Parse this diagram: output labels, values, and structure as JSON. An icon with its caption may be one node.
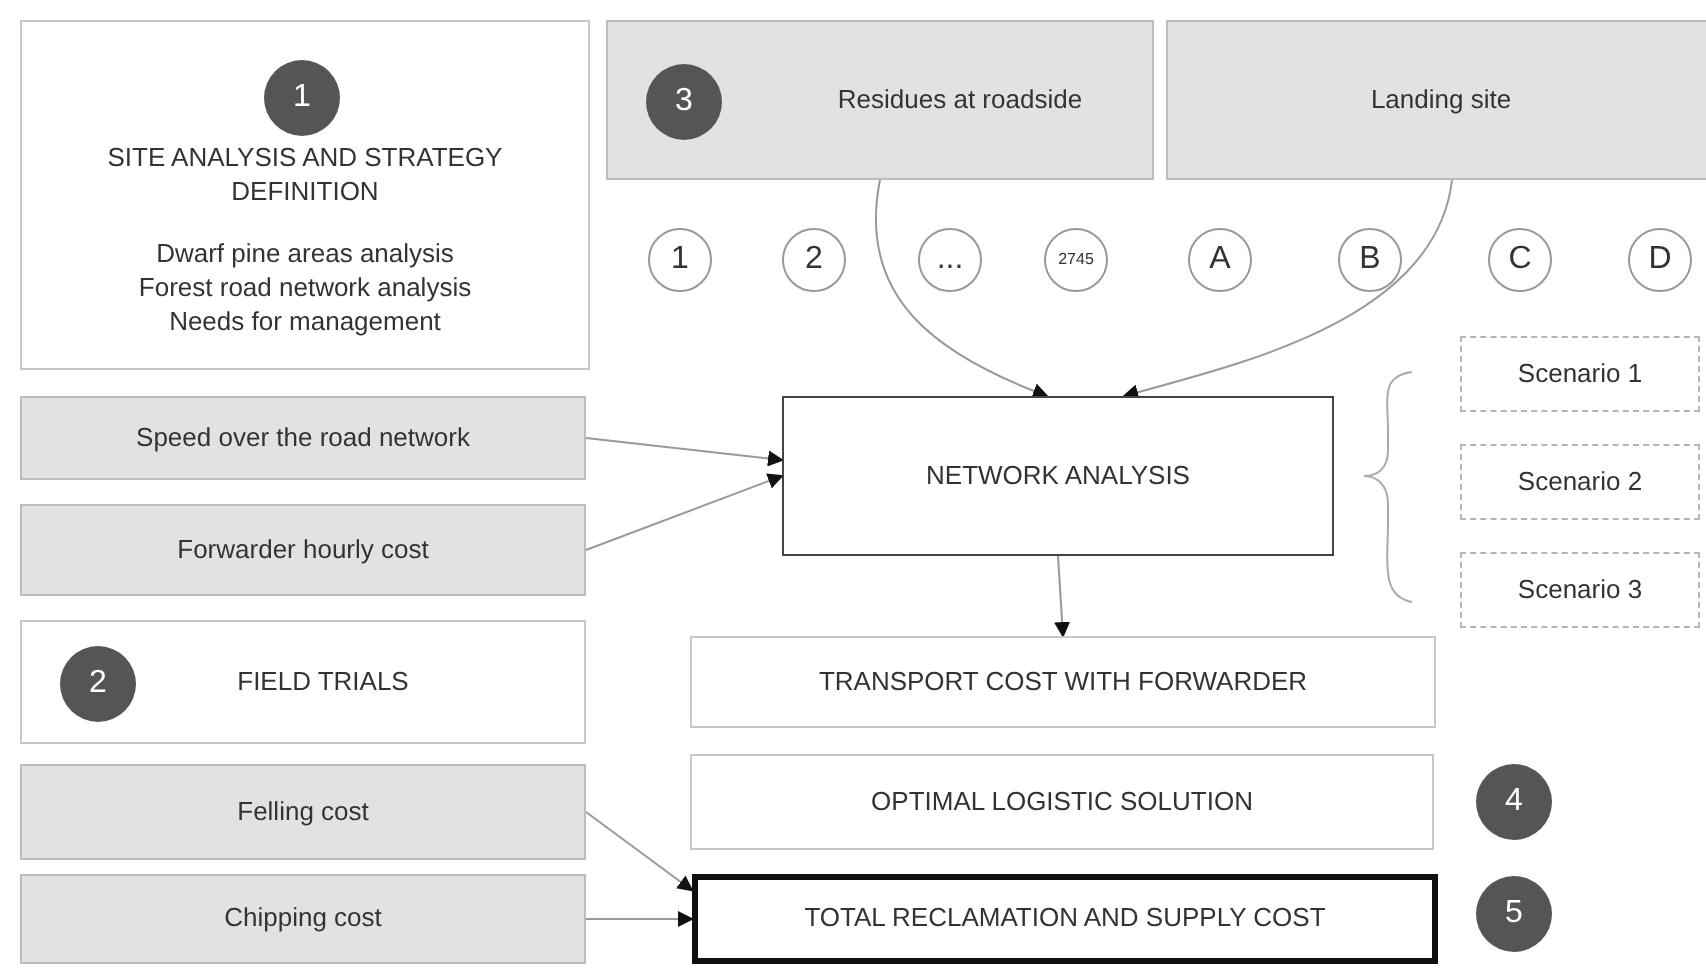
{
  "diagram": {
    "nodes": [
      {
        "text": [
          "SITE ANALYSIS AND STRATEGY DEFINITION",
          "Dwarf pine areas analysis Forest road network analysis Needs for management"
        ]
      },
      {
        "text": [
          "1"
        ],
        "in": 0
      },
      {
        "text": [
          "Residues at roadside"
        ]
      },
      {
        "text": [
          "3"
        ],
        "in": 2
      },
      {
        "text": [
          "Landing site"
        ]
      },
      {
        "text": [
          "1"
        ]
      },
      {
        "text": [
          "2"
        ]
      },
      {
        "text": [
          "..."
        ]
      },
      {
        "text": [
          "2745"
        ]
      },
      {
        "text": [
          "A"
        ]
      },
      {
        "text": [
          "B"
        ]
      },
      {
        "text": [
          "C"
        ]
      },
      {
        "text": [
          "D"
        ]
      },
      {
        "text": [
          "Speed over the road network"
        ]
      },
      {
        "text": [
          "Forwarder hourly cost"
        ]
      },
      {
        "text": [
          "NETWORK ANALYSIS"
        ]
      },
      {
        "text": [
          "Scenario 1"
        ]
      },
      {
        "text": [
          "Scenario 2"
        ]
      },
      {
        "text": [
          "Scenario 3"
        ]
      },
      {
        "text": [
          "FIELD TRIALS"
        ]
      },
      {
        "text": [
          "2"
        ],
        "in": 19
      },
      {
        "text": [
          "TRANSPORT COST WITH FORWARDER"
        ]
      },
      {
        "text": [
          "OPTIMAL LOGISTIC SOLUTION"
        ]
      },
      {
        "text": [
          "4"
        ]
      },
      {
        "text": [
          "Felling cost"
        ]
      },
      {
        "text": [
          "Chipping cost"
        ]
      },
      {
        "text": [
          "TOTAL RECLAMATION AND SUPPLY COST"
        ]
      },
      {
        "text": [
          "5"
        ]
      }
    ],
    "edges": [
      {
        "from": 2,
        "to": 15,
        "arrow": "to"
      },
      {
        "from": 4,
        "to": 15,
        "arrow": "to"
      },
      {
        "from": 13,
        "to": 15,
        "arrow": "to"
      },
      {
        "from": 14,
        "to": 15,
        "arrow": "to"
      },
      {
        "from": 15,
        "to": 21,
        "arrow": "to"
      },
      {
        "from": 24,
        "to": 26,
        "arrow": "to"
      },
      {
        "from": 25,
        "to": 26,
        "arrow": "to"
      }
    ]
  }
}
